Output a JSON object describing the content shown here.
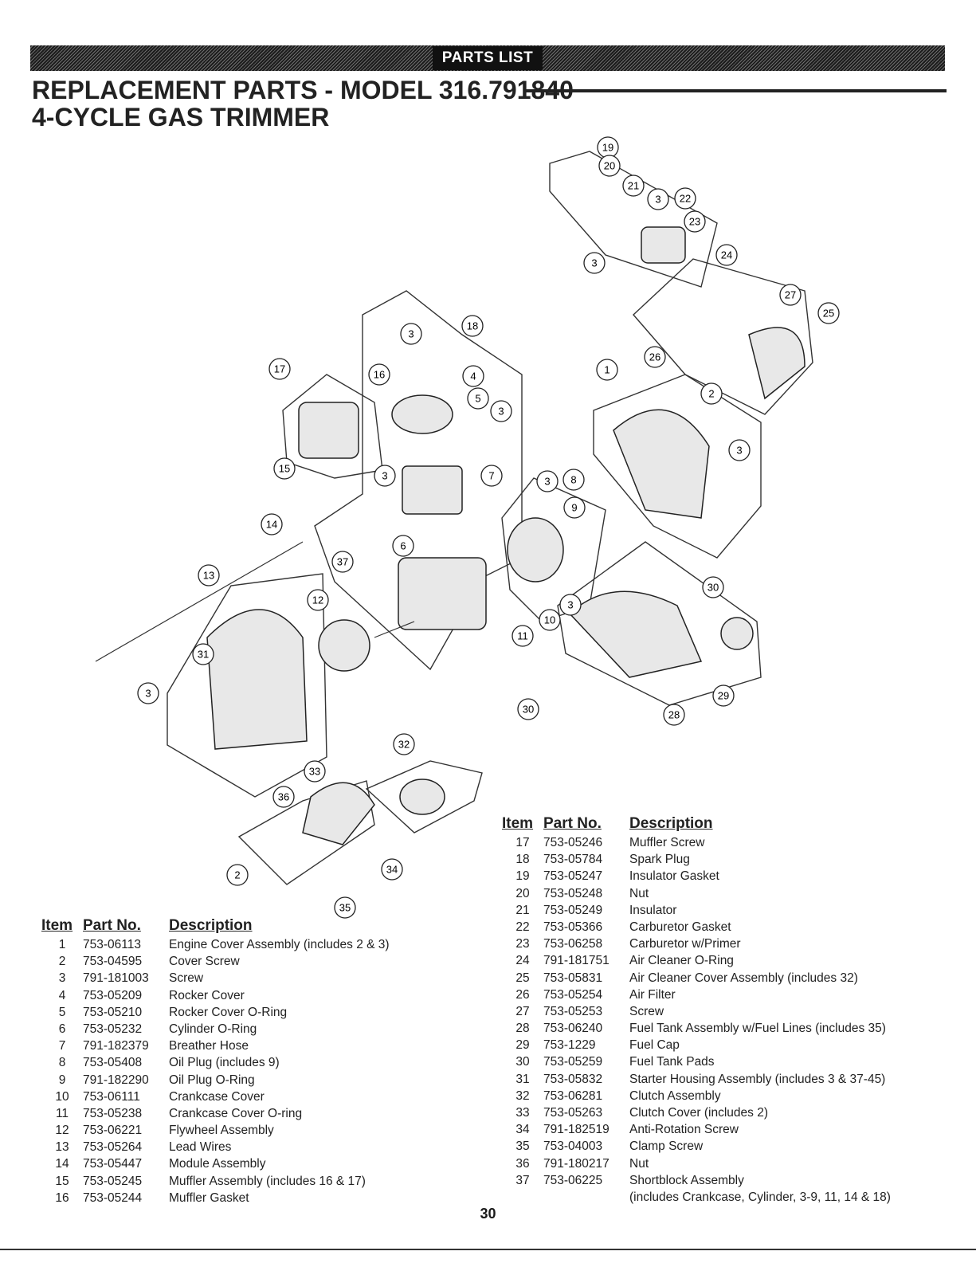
{
  "banner": "PARTS LIST",
  "title_line1": "REPLACEMENT PARTS - MODEL 316.791840",
  "title_line2": "4-CYCLE GAS TRIMMER",
  "page_number": "30",
  "headers": {
    "item": "Item",
    "part": "Part No.",
    "desc": "Description"
  },
  "callouts": [
    "19",
    "20",
    "21",
    "3",
    "22",
    "23",
    "3",
    "24",
    "27",
    "25",
    "26",
    "1",
    "2",
    "3",
    "3",
    "18",
    "4",
    "5",
    "3",
    "17",
    "16",
    "15",
    "3",
    "7",
    "14",
    "3",
    "8",
    "9",
    "6",
    "37",
    "13",
    "12",
    "30",
    "10",
    "3",
    "11",
    "31",
    "3",
    "32",
    "33",
    "36",
    "34",
    "2",
    "35",
    "30",
    "29",
    "28"
  ],
  "parts_left": [
    {
      "item": "1",
      "part": "753-06113",
      "desc": "Engine Cover Assembly (includes 2 & 3)"
    },
    {
      "item": "2",
      "part": "753-04595",
      "desc": "Cover Screw"
    },
    {
      "item": "3",
      "part": "791-181003",
      "desc": "Screw"
    },
    {
      "item": "4",
      "part": "753-05209",
      "desc": "Rocker Cover"
    },
    {
      "item": "5",
      "part": "753-05210",
      "desc": "Rocker Cover O-Ring"
    },
    {
      "item": "6",
      "part": "753-05232",
      "desc": "Cylinder O-Ring"
    },
    {
      "item": "7",
      "part": "791-182379",
      "desc": "Breather Hose"
    },
    {
      "item": "8",
      "part": "753-05408",
      "desc": "Oil Plug (includes 9)"
    },
    {
      "item": "9",
      "part": "791-182290",
      "desc": "Oil Plug O-Ring"
    },
    {
      "item": "10",
      "part": "753-06111",
      "desc": "Crankcase Cover"
    },
    {
      "item": "11",
      "part": "753-05238",
      "desc": "Crankcase Cover O-ring"
    },
    {
      "item": "12",
      "part": "753-06221",
      "desc": "Flywheel Assembly"
    },
    {
      "item": "13",
      "part": "753-05264",
      "desc": "Lead Wires"
    },
    {
      "item": "14",
      "part": "753-05447",
      "desc": "Module Assembly"
    },
    {
      "item": "15",
      "part": "753-05245",
      "desc": "Muffler Assembly (includes 16 & 17)"
    },
    {
      "item": "16",
      "part": "753-05244",
      "desc": "Muffler Gasket"
    }
  ],
  "parts_right": [
    {
      "item": "17",
      "part": "753-05246",
      "desc": "Muffler Screw"
    },
    {
      "item": "18",
      "part": "753-05784",
      "desc": "Spark Plug"
    },
    {
      "item": "19",
      "part": "753-05247",
      "desc": "Insulator Gasket"
    },
    {
      "item": "20",
      "part": "753-05248",
      "desc": "Nut"
    },
    {
      "item": "21",
      "part": "753-05249",
      "desc": "Insulator"
    },
    {
      "item": "22",
      "part": "753-05366",
      "desc": "Carburetor Gasket"
    },
    {
      "item": "23",
      "part": "753-06258",
      "desc": "Carburetor w/Primer"
    },
    {
      "item": "24",
      "part": "791-181751",
      "desc": "Air Cleaner O-Ring"
    },
    {
      "item": "25",
      "part": "753-05831",
      "desc": "Air Cleaner Cover Assembly (includes 32)"
    },
    {
      "item": "26",
      "part": "753-05254",
      "desc": "Air Filter"
    },
    {
      "item": "27",
      "part": "753-05253",
      "desc": "Screw"
    },
    {
      "item": "28",
      "part": "753-06240",
      "desc": "Fuel Tank Assembly w/Fuel Lines (includes 35)"
    },
    {
      "item": "29",
      "part": "753-1229",
      "desc": "Fuel Cap"
    },
    {
      "item": "30",
      "part": "753-05259",
      "desc": "Fuel Tank Pads"
    },
    {
      "item": "31",
      "part": "753-05832",
      "desc": "Starter Housing Assembly (includes 3 & 37-45)"
    },
    {
      "item": "32",
      "part": "753-06281",
      "desc": "Clutch Assembly"
    },
    {
      "item": "33",
      "part": "753-05263",
      "desc": "Clutch Cover (includes 2)"
    },
    {
      "item": "34",
      "part": "791-182519",
      "desc": "Anti-Rotation Screw"
    },
    {
      "item": "35",
      "part": "753-04003",
      "desc": "Clamp Screw"
    },
    {
      "item": "36",
      "part": "791-180217",
      "desc": "Nut"
    },
    {
      "item": "37",
      "part": "753-06225",
      "desc": "Shortblock Assembly"
    }
  ],
  "part37_cont": "(includes Crankcase, Cylinder, 3-9, 11, 14 & 18)"
}
